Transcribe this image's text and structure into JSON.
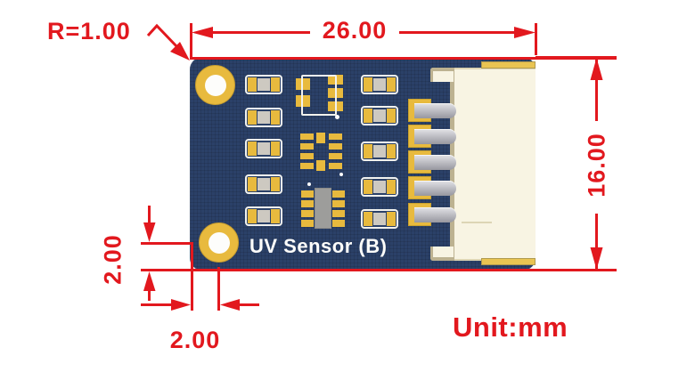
{
  "drawing": {
    "unit_label": "Unit:mm"
  },
  "board": {
    "silkscreen_label": "UV Sensor (B)"
  },
  "dimensions": {
    "corner_radius_label": "R=1.00",
    "board_width_label": "26.00",
    "board_height_label": "16.00",
    "hole_offset_vertical_label": "2.00",
    "hole_offset_horizontal_label": "2.00"
  },
  "colors": {
    "dimension_red": "#e2181e",
    "pcb_navy": "#2b4168",
    "pad_gold": "#e8ba3e",
    "connector_ivory": "#f8f4e3",
    "silkscreen_white": "#fdfdfa",
    "component_grey": "#cdc9c1"
  }
}
